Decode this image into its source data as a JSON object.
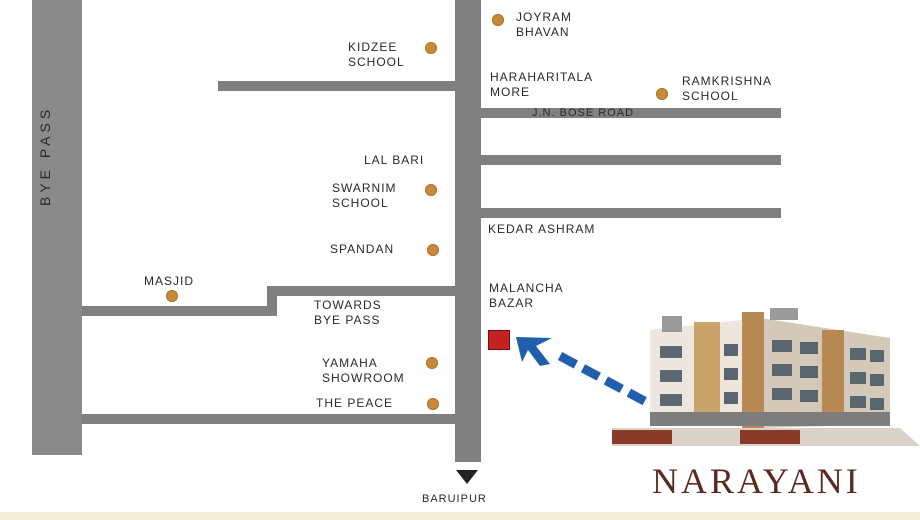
{
  "bypass_label": "BYE PASS",
  "places": [
    {
      "name": "JOYRAM BHAVAN",
      "l1": "JOYRAM",
      "l2": "BHAVAN"
    },
    {
      "name": "KIDZEE SCHOOL",
      "l1": "KIDZEE",
      "l2": "SCHOOL"
    },
    {
      "name": "HARAHARITALA MORE",
      "l1": "HARAHARITALA",
      "l2": "MORE"
    },
    {
      "name": "RAMKRISHNA SCHOOL",
      "l1": "RAMKRISHNA",
      "l2": "SCHOOL"
    },
    {
      "name": "J.N. BOSE ROAD",
      "l1": "J.N. BOSE ROAD"
    },
    {
      "name": "LAL BARI",
      "l1": "LAL BARI"
    },
    {
      "name": "SWARNIM SCHOOL",
      "l1": "SWARNIM",
      "l2": "SCHOOL"
    },
    {
      "name": "KEDAR ASHRAM",
      "l1": "KEDAR ASHRAM"
    },
    {
      "name": "SPANDAN",
      "l1": "SPANDAN"
    },
    {
      "name": "MASJID",
      "l1": "MASJID"
    },
    {
      "name": "MALANCHA BAZAR",
      "l1": "MALANCHA",
      "l2": "BAZAR"
    },
    {
      "name": "TOWARDS BYE PASS",
      "l1": "TOWARDS",
      "l2": "BYE PASS"
    },
    {
      "name": "YAMAHA SHOWROOM",
      "l1": "YAMAHA",
      "l2": "SHOWROOM"
    },
    {
      "name": "THE PEACE",
      "l1": "THE PEACE"
    }
  ],
  "bottom_label": "BARUIPUR",
  "brand_name": "NARAYANI",
  "colors": {
    "road": "#808080",
    "landmark_dot": "#c8893a",
    "location_marker": "#c42222",
    "route_arrow": "#1f5fae",
    "brand": "#5a2a20"
  },
  "icons": {
    "landmark": "dot-icon",
    "location": "square-marker-icon",
    "direction": "down-triangle-icon",
    "building": "building-illustration"
  }
}
